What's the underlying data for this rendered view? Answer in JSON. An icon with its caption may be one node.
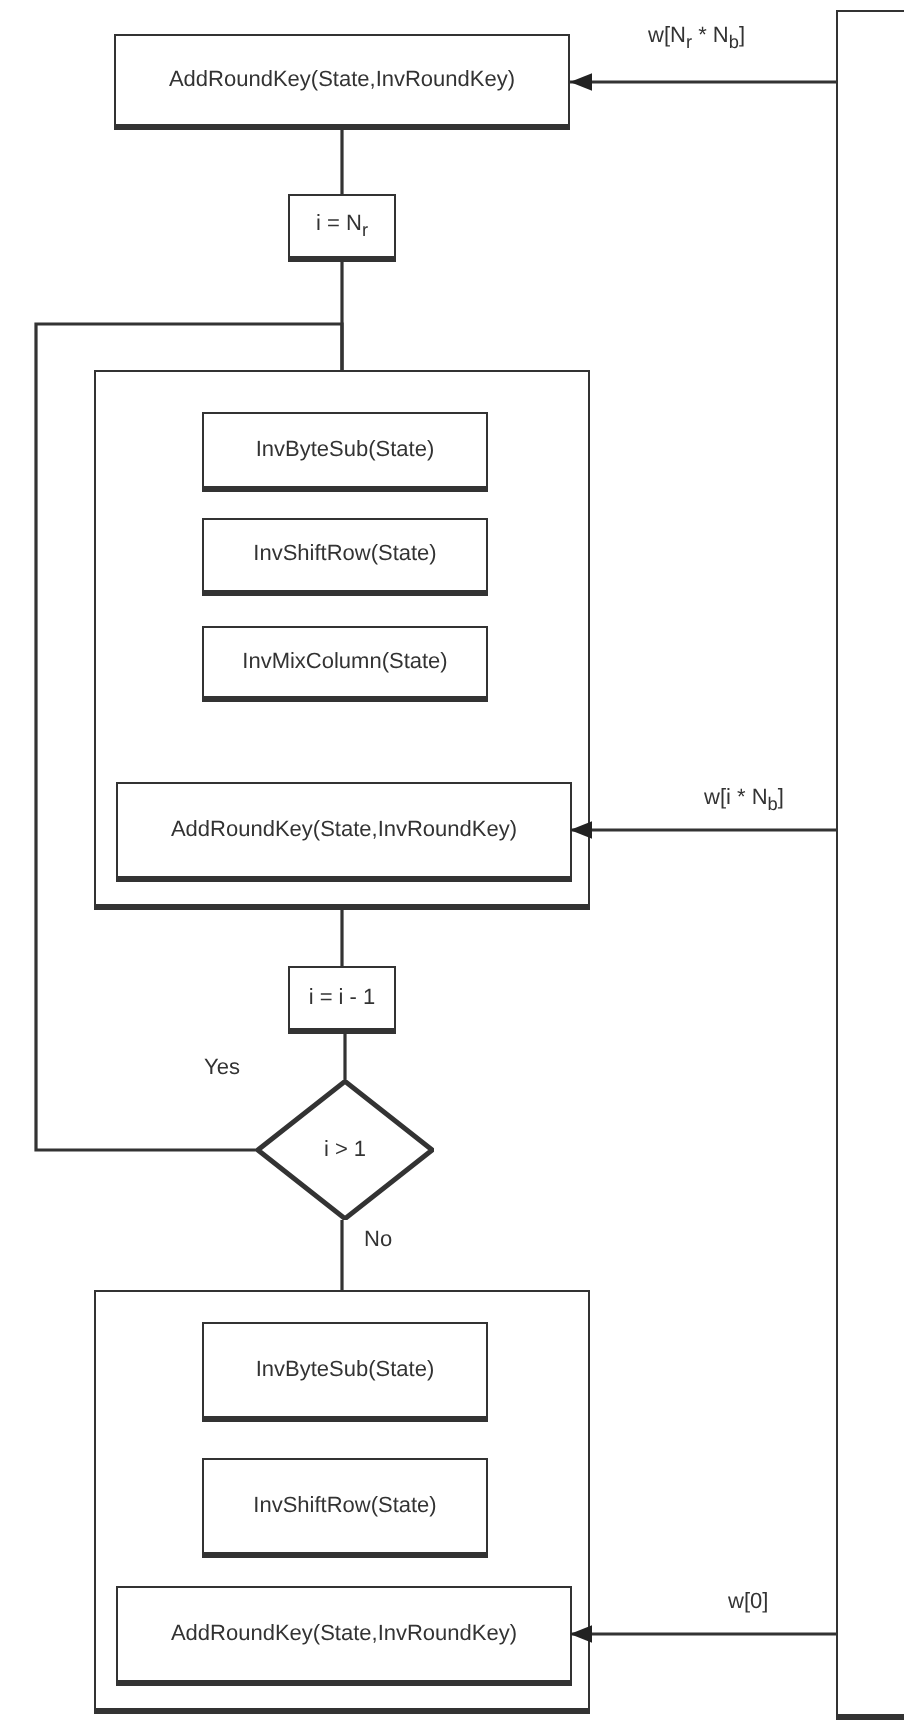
{
  "diagram": {
    "nodes": [
      {
        "text": [
          "AddRoundKey(State,InvRoundKey)"
        ]
      },
      {
        "text": [
          "i = N$_{r}$"
        ]
      },
      {
        "text": [],
        "shape": "box"
      },
      {
        "text": [
          "InvByteSub(State)"
        ],
        "in": 2
      },
      {
        "text": [
          "InvShiftRow(State)"
        ],
        "in": 2
      },
      {
        "text": [
          "InvMixColumn(State)"
        ],
        "in": 2
      },
      {
        "text": [
          "AddRoundKey(State,InvRoundKey)"
        ],
        "in": 2
      },
      {
        "text": [
          "i = i - 1"
        ]
      },
      {
        "text": [
          "i > 1"
        ]
      },
      {
        "text": [],
        "shape": "box"
      },
      {
        "text": [
          "InvByteSub(State)"
        ],
        "in": 9
      },
      {
        "text": [
          "InvShiftRow(State)"
        ],
        "in": 9
      },
      {
        "text": [
          "AddRoundKey(State,InvRoundKey)"
        ],
        "in": 9
      },
      {
        "text": [],
        "shape": "box"
      }
    ],
    "edges": [
      {
        "from": 13,
        "to": 0,
        "arrow": "to",
        "label": "w[N$_{r}$ * N$_{b}$]"
      },
      {
        "from": 0,
        "to": 1,
        "arrow": "none"
      },
      {
        "from": 1,
        "to": 2,
        "arrow": "none"
      },
      {
        "from": 2,
        "to": 7,
        "arrow": "none"
      },
      {
        "from": 7,
        "to": 8,
        "arrow": "none"
      },
      {
        "from": 8,
        "to": 2,
        "arrow": "none",
        "label": "Yes"
      },
      {
        "from": 8,
        "to": 9,
        "arrow": "none",
        "label": "No"
      },
      {
        "from": 13,
        "to": 6,
        "arrow": "to",
        "label": "w[i * N$_{b}$]"
      },
      {
        "from": 13,
        "to": 12,
        "arrow": "to",
        "label": "w[0]"
      }
    ]
  }
}
